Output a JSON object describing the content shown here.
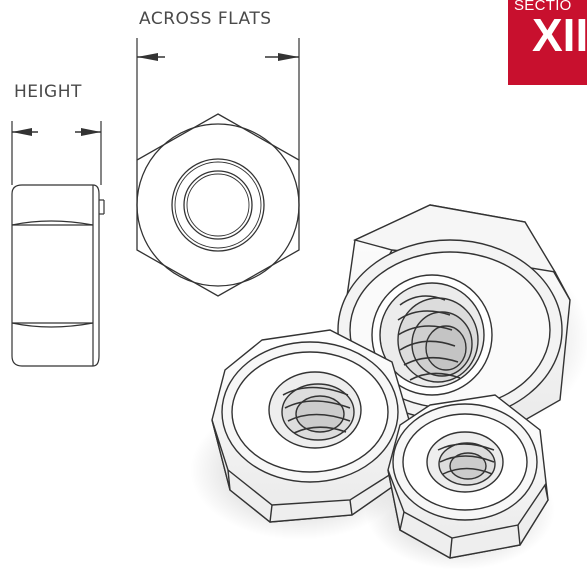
{
  "dimensions": {
    "across_flats": "ACROSS FLATS",
    "height": "HEIGHT"
  },
  "section_badge": {
    "word": "SECTIO",
    "number": "XII",
    "background_color": "#c8102e",
    "text_color": "#ffffff"
  },
  "colors": {
    "line": "#333333",
    "label": "#4a4a4a"
  },
  "icons": [
    "hex-nut-side-view-drawing",
    "hex-nut-top-view-drawing",
    "hex-nuts-3d-illustration"
  ]
}
